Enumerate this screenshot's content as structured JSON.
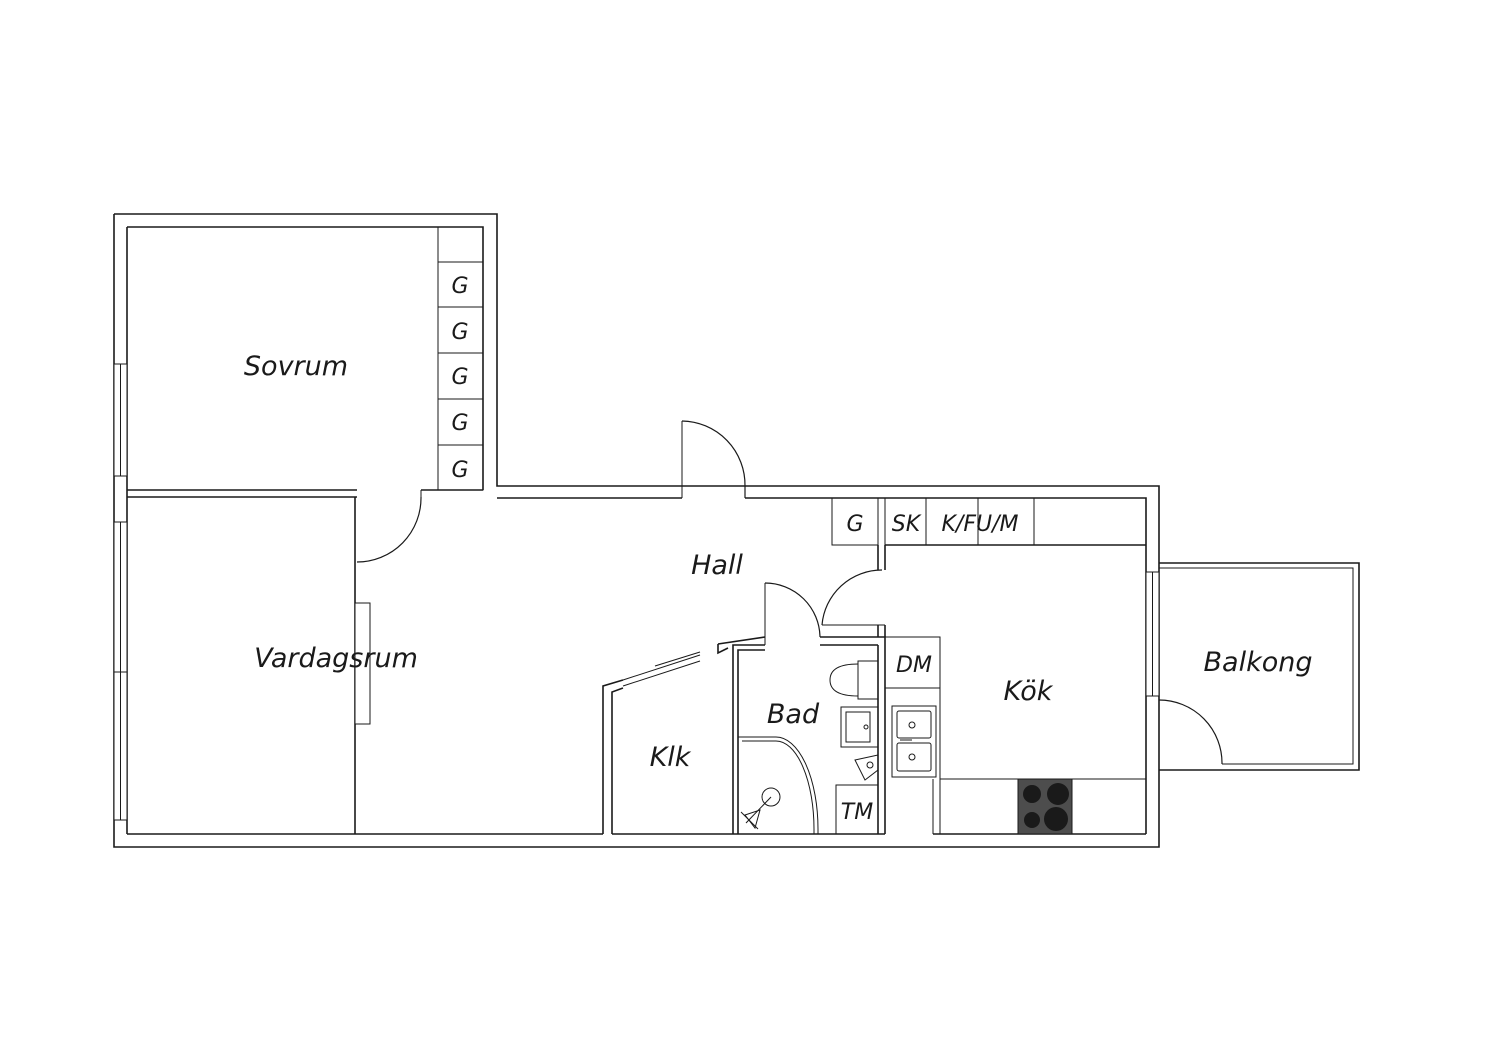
{
  "rooms": {
    "sovrum": "Sovrum",
    "vardagsrum": "Vardagsrum",
    "hall": "Hall",
    "klk": "Klk",
    "bad": "Bad",
    "kok": "Kök",
    "balkong": "Balkong"
  },
  "storage": {
    "garderob": "G",
    "sk": "SK",
    "kfu": "K/FU/M",
    "dm": "DM",
    "tm": "TM"
  },
  "colors": {
    "line": "#1a1a1a",
    "stove": "#4d4d4d"
  }
}
